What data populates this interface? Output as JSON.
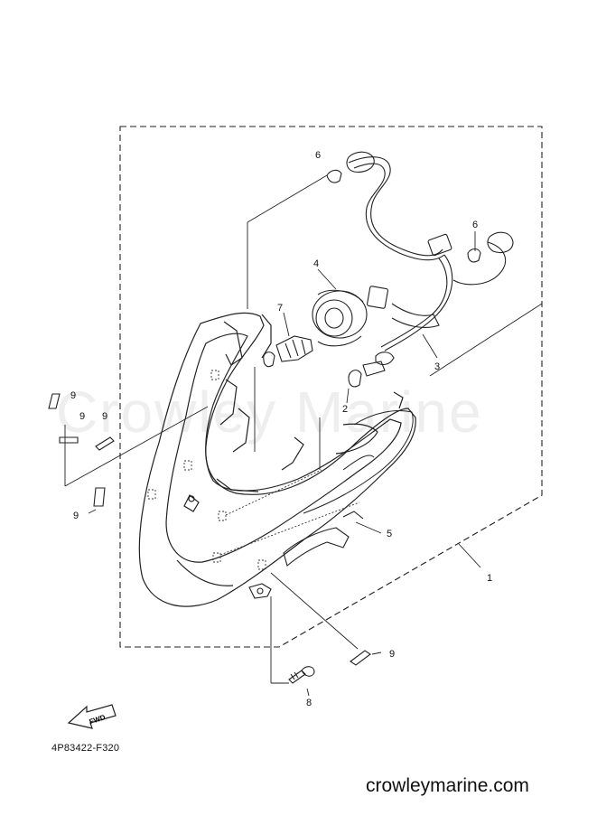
{
  "watermark": "Crowley Marine",
  "callouts": [
    "6",
    "6",
    "4",
    "7",
    "3",
    "2",
    "5",
    "1",
    "9",
    "9",
    "9",
    "9",
    "9",
    "8"
  ],
  "fwd_label": "FWD",
  "diagram_code": "4P83422-F320",
  "site": "crowleymarine.com"
}
